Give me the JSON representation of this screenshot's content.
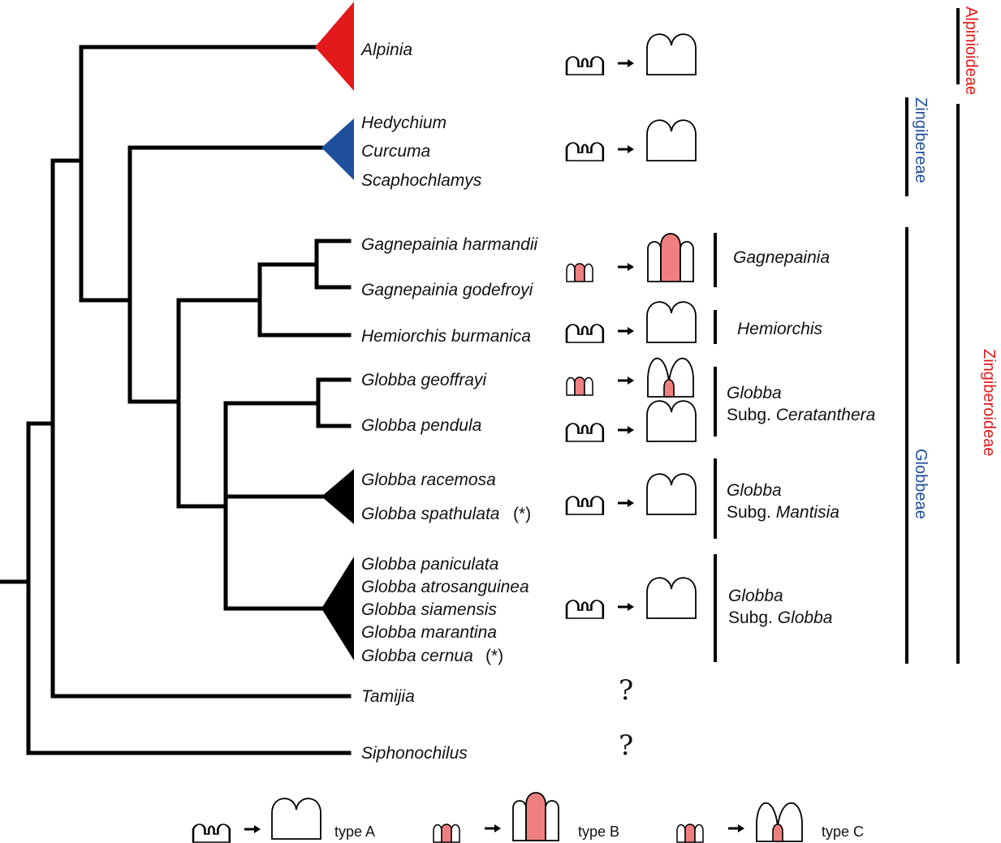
{
  "taxa": {
    "alpinia": "Alpinia",
    "hedychium": "Hedychium",
    "curcuma": "Curcuma",
    "scaphochlamys": "Scaphochlamys",
    "gagnepainia_harmandii": "Gagnepainia harmandii",
    "gagnepainia_godefroyi": "Gagnepainia godefroyi",
    "hemiorchis_burmanica": "Hemiorchis burmanica",
    "globba_geoffrayi": "Globba geoffrayi",
    "globba_pendula": "Globba pendula",
    "globba_racemosa": "Globba racemosa",
    "globba_spathulata": "Globba spathulata",
    "globba_paniculata": "Globba paniculata",
    "globba_atrosanguinea": "Globba atrosanguinea",
    "globba_siamensis": "Globba siamensis",
    "globba_marantina": "Globba marantina",
    "globba_cernua": "Globba cernua",
    "tamijia": "Tamijia",
    "siphonochilus": "Siphonochilus"
  },
  "asterisk": "(*)",
  "unknown_mark": "?",
  "groups": {
    "gagnepainia": "Gagnepainia",
    "hemiorchis": "Hemiorchis",
    "globba": "Globba",
    "subg_prefix": "Subg.",
    "ceratanthera": "Ceratanthera",
    "mantisia": "Mantisia",
    "globba_subg": "Globba"
  },
  "tribes": {
    "alpinioideae": "Alpinioideae",
    "zingibereae": "Zingibereae",
    "globbeae": "Globbeae",
    "zingiberoideae": "Zingiberoideae"
  },
  "legend": {
    "type_a": "type A",
    "type_b": "type B",
    "type_c": "type C"
  },
  "colors": {
    "alpinia_clade": "#e31a1c",
    "zingibereae_clade": "#1f4e9b",
    "globba_clade": "#000000",
    "fused_organ": "#f08080",
    "alpinioideae_label": "#e31a1c",
    "zingiberoideae_label": "#e31a1c",
    "zingibereae_label": "#1f4e9b",
    "globbeae_label": "#1f4e9b"
  }
}
